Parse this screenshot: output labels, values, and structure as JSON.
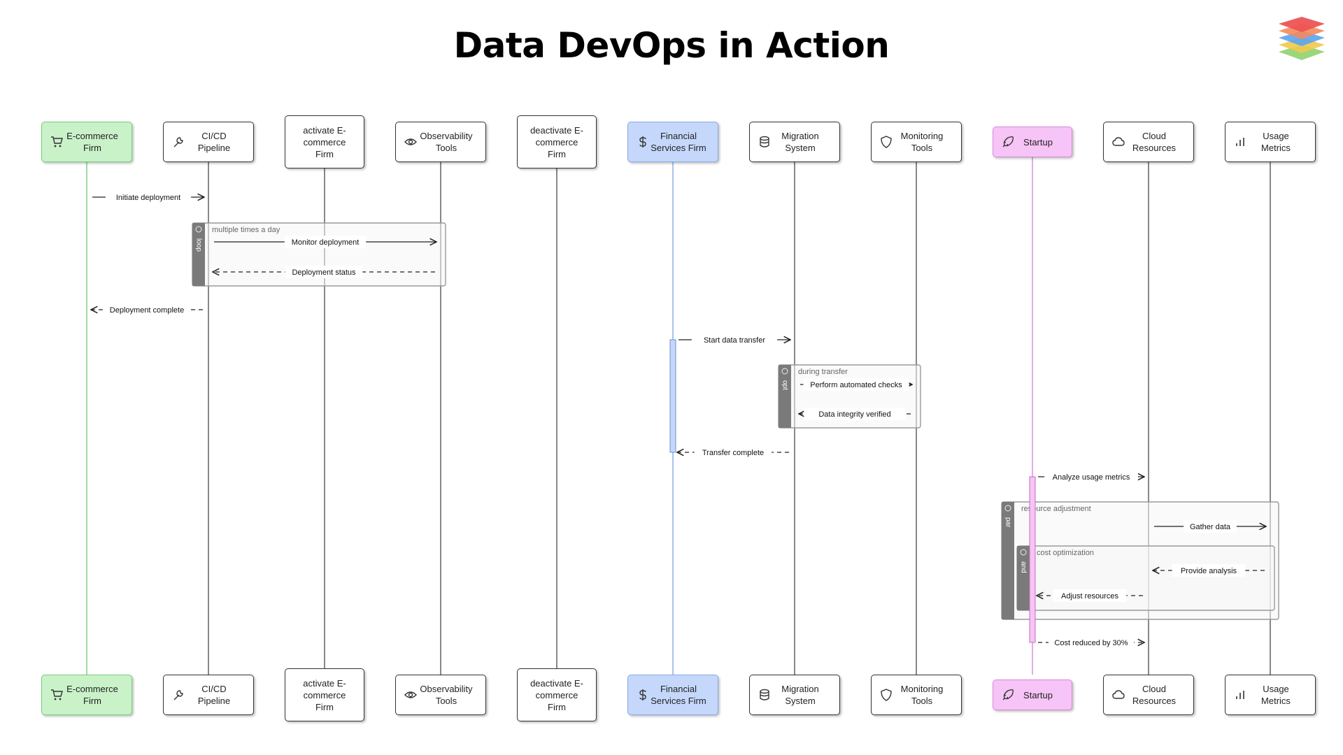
{
  "title": "Data DevOps in Action",
  "logo_icon": "stacked-layers-logo",
  "participants": [
    {
      "id": "ecom",
      "label": "E-commerce\nFirm",
      "icon": "cart-icon",
      "color": "#c9f2c9"
    },
    {
      "id": "cicd",
      "label": "CI/CD\nPipeline",
      "icon": "wrench-icon"
    },
    {
      "id": "act",
      "label": "activate E-\ncommerce\nFirm",
      "icon": ""
    },
    {
      "id": "obs",
      "label": "Observability\nTools",
      "icon": "eye-icon"
    },
    {
      "id": "deact",
      "label": "deactivate E-\ncommerce\nFirm",
      "icon": ""
    },
    {
      "id": "fin",
      "label": "Financial\nServices Firm",
      "icon": "dollar-icon",
      "color": "#c5d8fb"
    },
    {
      "id": "mig",
      "label": "Migration\nSystem",
      "icon": "database-icon"
    },
    {
      "id": "mon",
      "label": "Monitoring\nTools",
      "icon": "shield-icon"
    },
    {
      "id": "start",
      "label": "Startup",
      "icon": "rocket-icon",
      "color": "#f6c4f6"
    },
    {
      "id": "cloud",
      "label": "Cloud\nResources",
      "icon": "cloud-icon"
    },
    {
      "id": "usage",
      "label": "Usage\nMetrics",
      "icon": "bar-chart-icon"
    }
  ],
  "messages": [
    {
      "from": "ecom",
      "to": "cicd",
      "text": "Initiate deployment",
      "dashed": false
    },
    {
      "from": "cicd",
      "to": "obs",
      "text": "Monitor deployment",
      "dashed": false
    },
    {
      "from": "obs",
      "to": "cicd",
      "text": "Deployment status",
      "dashed": true
    },
    {
      "from": "cicd",
      "to": "ecom",
      "text": "Deployment complete",
      "dashed": true
    },
    {
      "from": "fin",
      "to": "mig",
      "text": "Start data transfer",
      "dashed": false
    },
    {
      "from": "mig",
      "to": "mon",
      "text": "Perform automated checks",
      "dashed": false
    },
    {
      "from": "mon",
      "to": "mig",
      "text": "Data integrity verified",
      "dashed": true
    },
    {
      "from": "mig",
      "to": "fin",
      "text": "Transfer complete",
      "dashed": true
    },
    {
      "from": "start",
      "to": "cloud",
      "text": "Analyze usage metrics",
      "dashed": false
    },
    {
      "from": "cloud",
      "to": "usage",
      "text": "Gather data",
      "dashed": false
    },
    {
      "from": "usage",
      "to": "cloud",
      "text": "Provide analysis",
      "dashed": true
    },
    {
      "from": "cloud",
      "to": "start",
      "text": "Adjust resources",
      "dashed": true
    },
    {
      "from": "start",
      "to": "cloud",
      "text": "Cost reduced by 30%",
      "dashed": true
    }
  ],
  "fragments": [
    {
      "kind": "loop",
      "condition": "multiple times a day"
    },
    {
      "kind": "opt",
      "condition": "during transfer"
    },
    {
      "kind": "par",
      "condition": "resource adjustment"
    },
    {
      "kind": "and",
      "condition": "cost optimization"
    }
  ]
}
